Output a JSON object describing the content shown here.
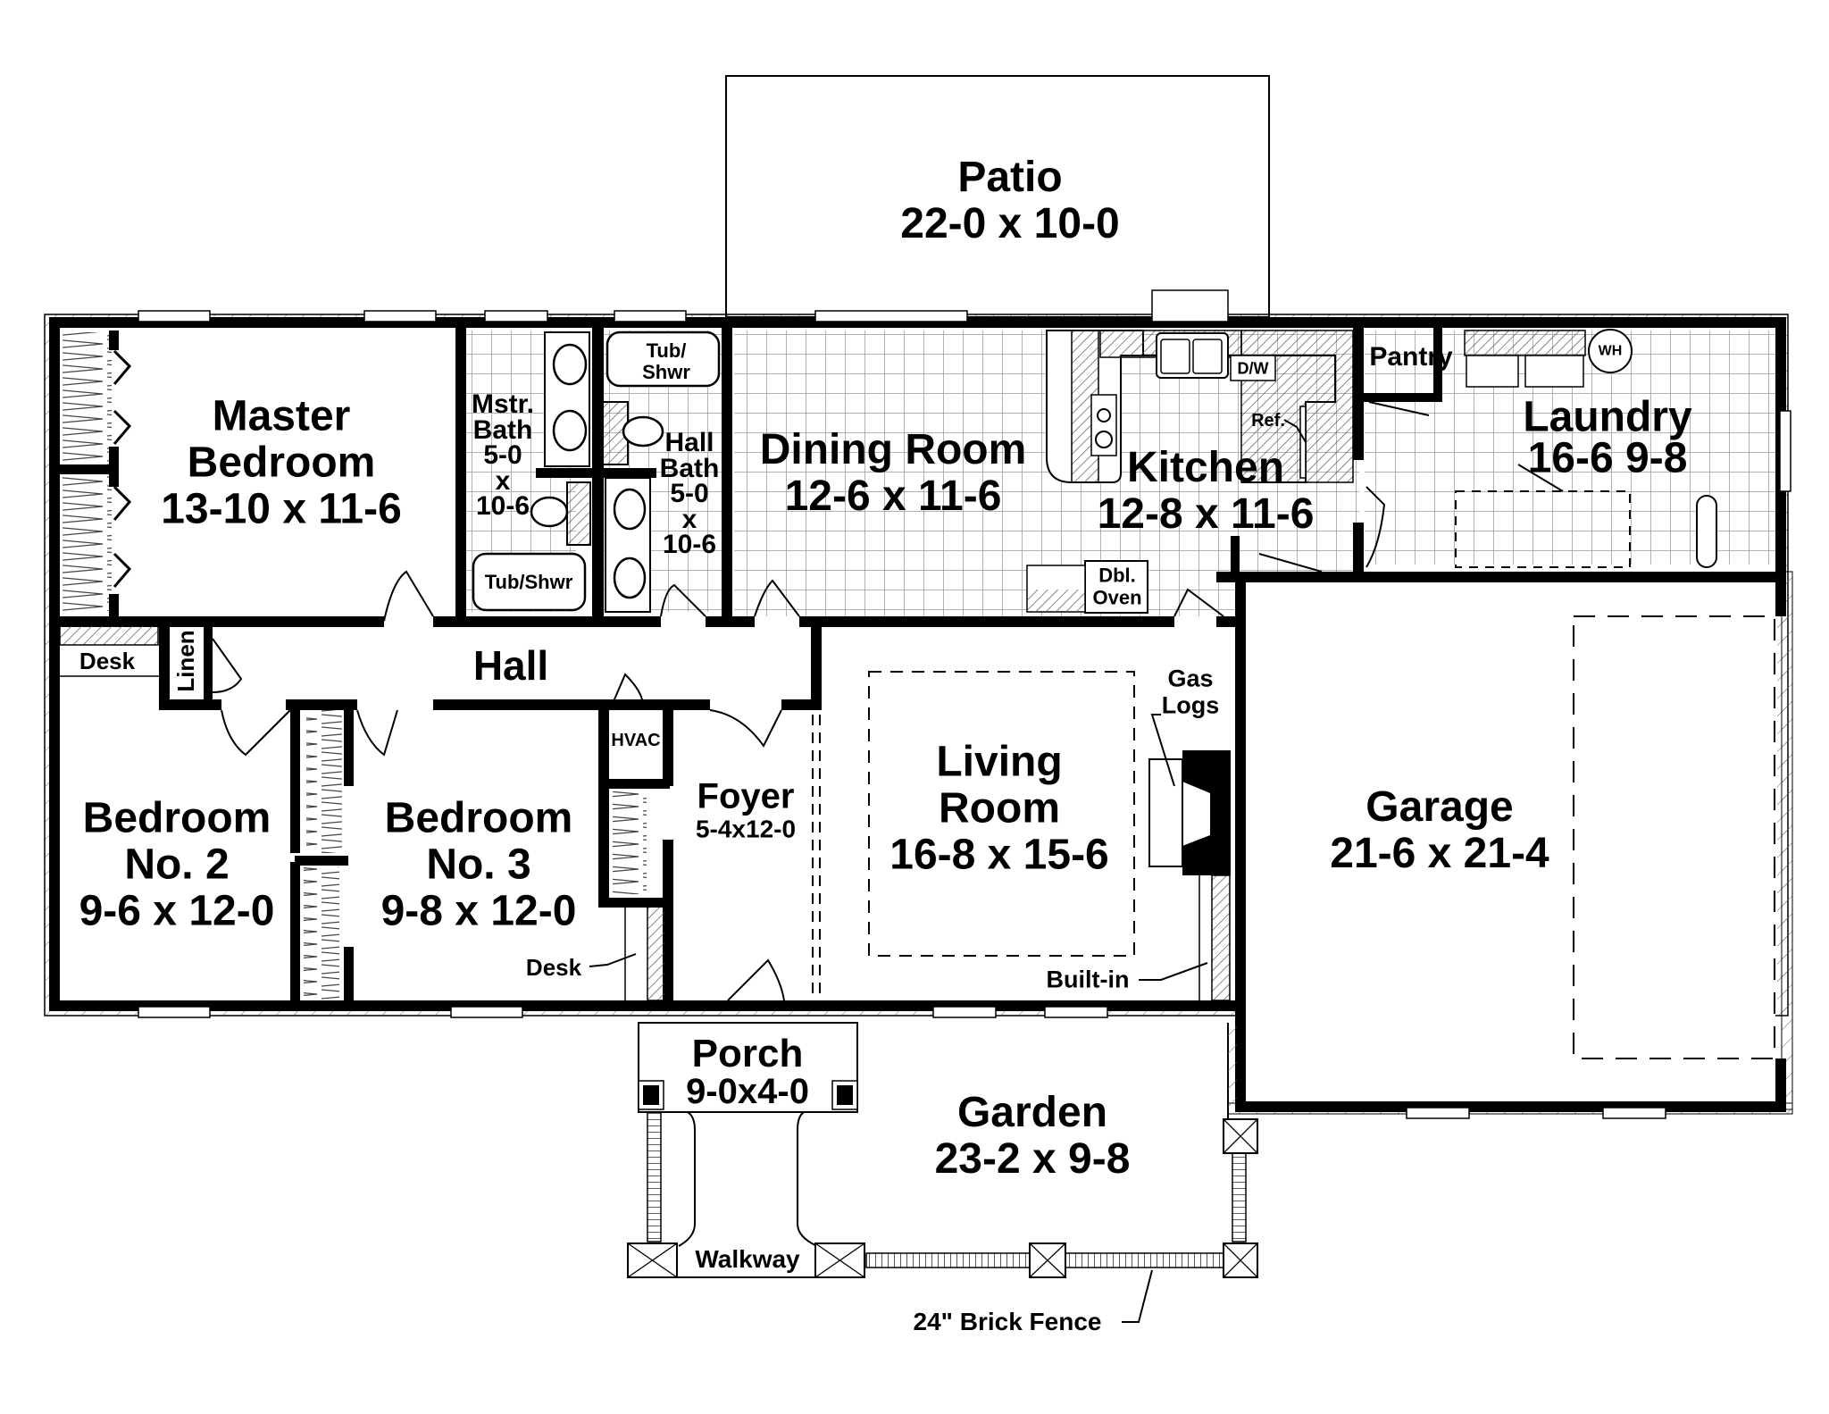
{
  "plan": {
    "type": "floor plan",
    "rooms": [
      {
        "id": "patio",
        "name": "Patio",
        "dims": "22-0 x 10-0"
      },
      {
        "id": "master_bedroom",
        "name": "Master Bedroom",
        "name_lines": [
          "Master",
          "Bedroom"
        ],
        "dims": "13-10 x 11-6"
      },
      {
        "id": "master_bath",
        "name": "Mstr. Bath",
        "name_lines": [
          "Mstr.",
          "Bath"
        ],
        "dims_lines": [
          "5-0",
          "x",
          "10-6"
        ],
        "dims": "5-0 x 10-6"
      },
      {
        "id": "hall_bath",
        "name": "Hall Bath",
        "name_lines": [
          "Hall",
          "Bath"
        ],
        "dims_lines": [
          "5-0",
          "x",
          "10-6"
        ],
        "dims": "5-0 x 10-6"
      },
      {
        "id": "dining_room",
        "name": "Dining Room",
        "dims": "12-6 x 11-6"
      },
      {
        "id": "kitchen",
        "name": "Kitchen",
        "dims": "12-8 x 11-6"
      },
      {
        "id": "pantry",
        "name": "Pantry"
      },
      {
        "id": "laundry",
        "name": "Laundry",
        "dims": "16-6 9-8"
      },
      {
        "id": "hall",
        "name": "Hall"
      },
      {
        "id": "living_room",
        "name": "Living Room",
        "name_lines": [
          "Living",
          "Room"
        ],
        "dims": "16-8 x 15-6"
      },
      {
        "id": "garage",
        "name": "Garage",
        "dims": "21-6 x 21-4"
      },
      {
        "id": "bedroom_2",
        "name": "Bedroom No. 2",
        "name_lines": [
          "Bedroom",
          "No. 2"
        ],
        "dims": "9-6 x 12-0"
      },
      {
        "id": "bedroom_3",
        "name": "Bedroom No. 3",
        "name_lines": [
          "Bedroom",
          "No. 3"
        ],
        "dims": "9-8 x 12-0"
      },
      {
        "id": "foyer",
        "name": "Foyer",
        "dims": "5-4x12-0"
      },
      {
        "id": "porch",
        "name": "Porch",
        "dims": "9-0x4-0"
      },
      {
        "id": "garden",
        "name": "Garden",
        "dims": "23-2 x 9-8"
      }
    ],
    "fixtures": {
      "tub_shwr_hall": [
        "Tub/",
        "Shwr"
      ],
      "tub_shwr_master": "Tub/Shwr",
      "dishwasher": "D/W",
      "refrigerator": "Ref.",
      "double_oven": [
        "Dbl.",
        "Oven"
      ],
      "water_heater": "WH",
      "hvac": "HVAC",
      "linen": "Linen",
      "desk_hall": "Desk",
      "desk_bedroom3": "Desk",
      "gas_logs": [
        "Gas",
        "Logs"
      ],
      "built_in": "Built-in",
      "walkway": "Walkway",
      "brick_fence": "24\" Brick Fence"
    },
    "colors": {
      "wall": "#000000",
      "background": "#ffffff",
      "tile_grid": "#9a9a9a",
      "hatch": "#555555"
    }
  }
}
